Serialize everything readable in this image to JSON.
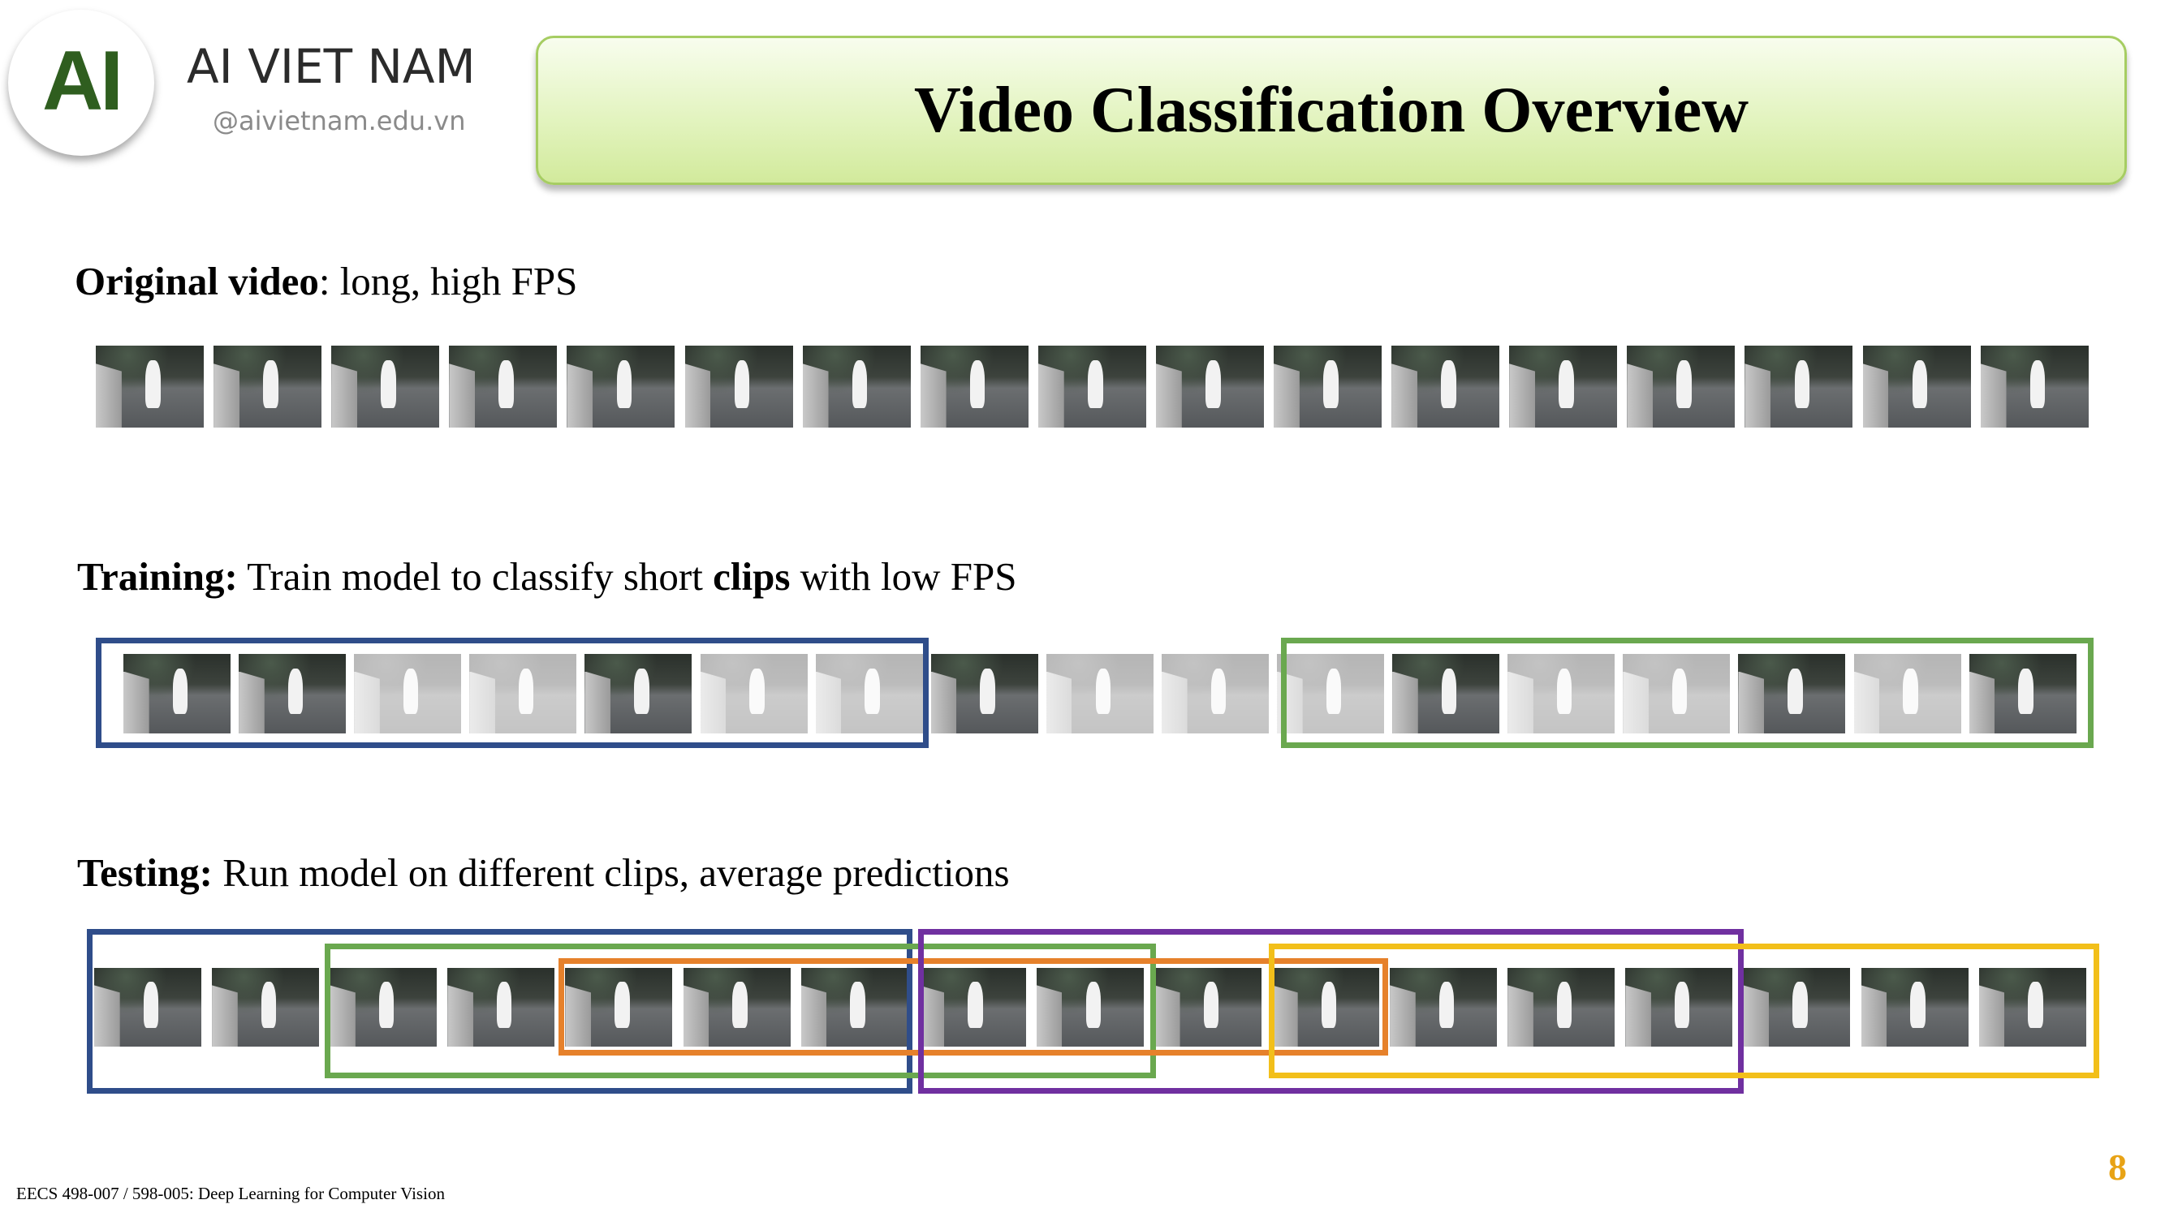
{
  "header": {
    "logo_text": "AI",
    "brand_name": "AI VIET NAM",
    "brand_url": "@aivietnam.edu.vn",
    "title": "Video Classification Overview"
  },
  "sections": {
    "original": {
      "bold": "Original video",
      "rest": ": long, high FPS",
      "frame_count": 17
    },
    "training": {
      "bold": "Training:",
      "text_before": " Train model to classify short ",
      "bold_word": "clips",
      "text_after": " with low FPS",
      "frame_count": 17,
      "faded_frames": [
        2,
        3,
        5,
        6,
        8,
        9,
        10,
        12,
        13,
        15
      ]
    },
    "testing": {
      "bold": "Testing:",
      "rest": " Run model on different clips, average predictions",
      "frame_count": 17
    }
  },
  "colors": {
    "blue": "#2f4d8a",
    "green": "#6aa84f",
    "orange": "#e6812b",
    "purple": "#7030a0",
    "yellow": "#f2bf1a",
    "title_green": "#d2ea9c",
    "page_number": "#e8a316"
  },
  "footer": {
    "course": "EECS 498-007 / 598-005: Deep Learning for Computer Vision",
    "page_number": "8"
  }
}
